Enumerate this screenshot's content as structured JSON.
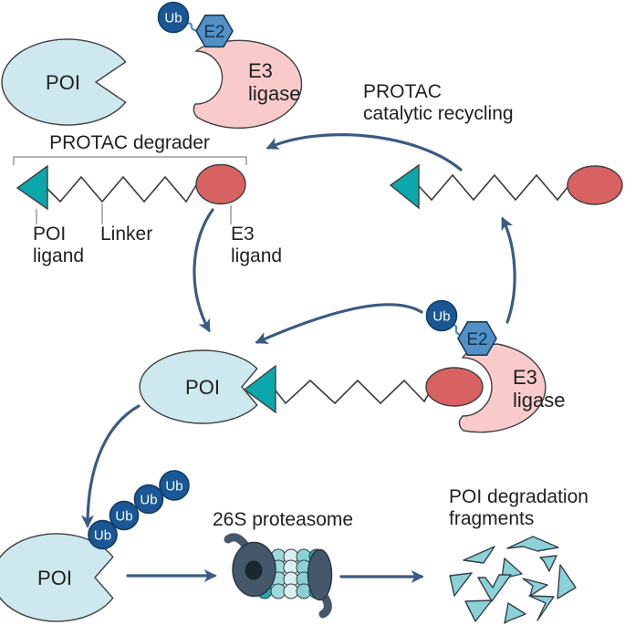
{
  "labels": {
    "poi": "POI",
    "ub": "Ub",
    "e2": "E2",
    "e3": "E3",
    "ligase": "ligase",
    "ligand": "ligand",
    "linker": "Linker",
    "protac_degrader": "PROTAC degrader",
    "protac_recycling_line1": "PROTAC",
    "protac_recycling_line2": "catalytic recycling",
    "proteasome_26s": "26S proteasome",
    "degradation_line1": "POI degradation",
    "degradation_line2": "fragments"
  },
  "colors": {
    "poi_fill": "#cde8ee",
    "e3_ligase_fill": "#f8cbca",
    "e3_ligand_fill": "#d86262",
    "poi_ligand_fill": "#0ba7ac",
    "ub_fill": "#1a5794",
    "e2_fill": "#5290c7",
    "arrow": "#3b5b84",
    "fragment_fill": "#8bd1d5",
    "proteasome_cap": "#45586a",
    "proteasome_ring_dark": "#2aa9ad",
    "proteasome_ring_light": "#dcefef",
    "text": "#1f1f1f"
  }
}
